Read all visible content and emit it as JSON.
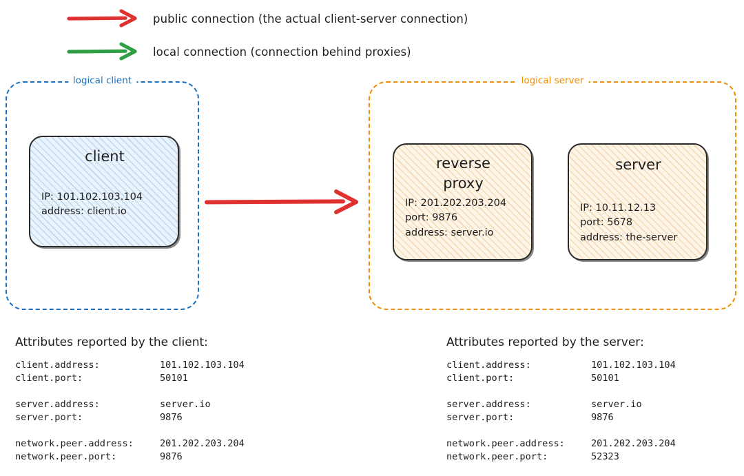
{
  "legend": {
    "items": [
      {
        "icon": "red-arrow-icon",
        "color": "#e03131",
        "label": "public connection (the actual client-server connection)"
      },
      {
        "icon": "green-arrow-icon",
        "color": "#2f9e44",
        "label": "local connection (connection behind proxies)"
      }
    ]
  },
  "groups": {
    "client": {
      "label": "logical client",
      "color": "#1971c2"
    },
    "server": {
      "label": "logical server",
      "color": "#f08c00"
    }
  },
  "nodes": {
    "client": {
      "title": "client",
      "lines": [
        "IP: 101.102.103.104",
        "address: client.io"
      ]
    },
    "reverse_proxy": {
      "title_line1": "reverse",
      "title_line2": "proxy",
      "lines": [
        "IP: 201.202.203.204",
        "port: 9876",
        "address: server.io"
      ]
    },
    "server": {
      "title": "server",
      "lines": [
        "IP: 10.11.12.13",
        "port: 5678",
        "address: the-server"
      ]
    }
  },
  "connection": {
    "name": "public-connection-arrow",
    "color": "#e03131"
  },
  "attributes": {
    "client_panel": {
      "heading": "Attributes reported by the client:",
      "groups": [
        [
          {
            "key": "client.address:",
            "value": "101.102.103.104"
          },
          {
            "key": "client.port:",
            "value": "50101"
          }
        ],
        [
          {
            "key": "server.address:",
            "value": "server.io"
          },
          {
            "key": "server.port:",
            "value": "9876"
          }
        ],
        [
          {
            "key": "network.peer.address:",
            "value": "201.202.203.204"
          },
          {
            "key": "network.peer.port:",
            "value": "9876"
          }
        ]
      ]
    },
    "server_panel": {
      "heading": "Attributes reported by the server:",
      "groups": [
        [
          {
            "key": "client.address:",
            "value": "101.102.103.104"
          },
          {
            "key": "client.port:",
            "value": "50101"
          }
        ],
        [
          {
            "key": "server.address:",
            "value": "server.io"
          },
          {
            "key": "server.port:",
            "value": "9876"
          }
        ],
        [
          {
            "key": "network.peer.address:",
            "value": "201.202.203.204"
          },
          {
            "key": "network.peer.port:",
            "value": "52323"
          }
        ]
      ]
    }
  }
}
